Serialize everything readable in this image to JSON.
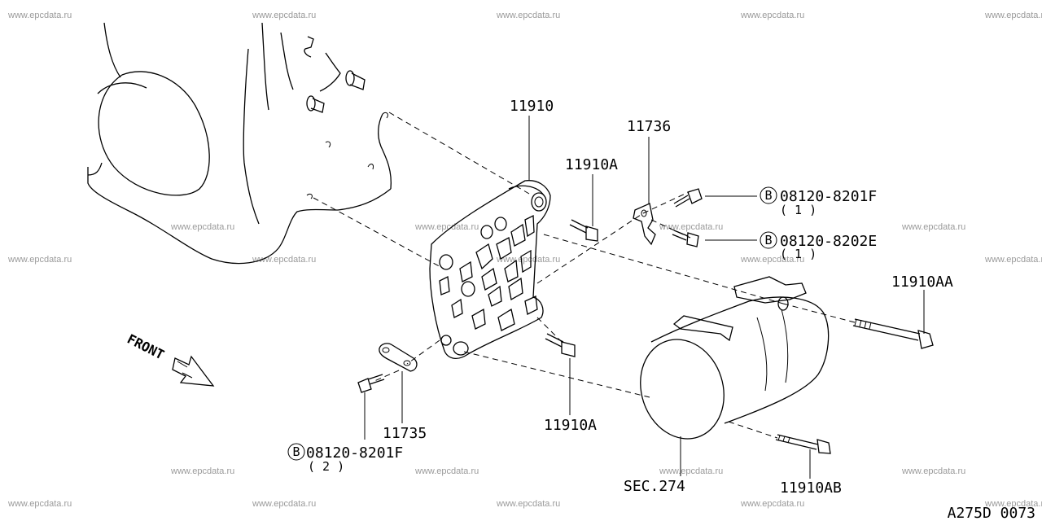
{
  "diagram": {
    "watermark": "www.epcdata.ru",
    "front_label": "FRONT",
    "drawing_code": "A275D 0073",
    "parts": [
      {
        "id": "11910",
        "label": "11910"
      },
      {
        "id": "11736",
        "label": "11736"
      },
      {
        "id": "11910A_top",
        "label": "11910A"
      },
      {
        "id": "11910A_bottom",
        "label": "11910A"
      },
      {
        "id": "11910AA",
        "label": "11910AA"
      },
      {
        "id": "11910AB",
        "label": "11910AB"
      },
      {
        "id": "11735",
        "label": "11735"
      },
      {
        "id": "sec274",
        "label": "SEC.274"
      }
    ],
    "bolts": [
      {
        "id": "bolt1",
        "badge": "B",
        "code": "08120-8201F",
        "qty": "( 1 )"
      },
      {
        "id": "bolt2",
        "badge": "B",
        "code": "08120-8202E",
        "qty": "( 1 )"
      },
      {
        "id": "bolt3",
        "badge": "B",
        "code": "08120-8201F",
        "qty": "( 2 )"
      }
    ]
  }
}
